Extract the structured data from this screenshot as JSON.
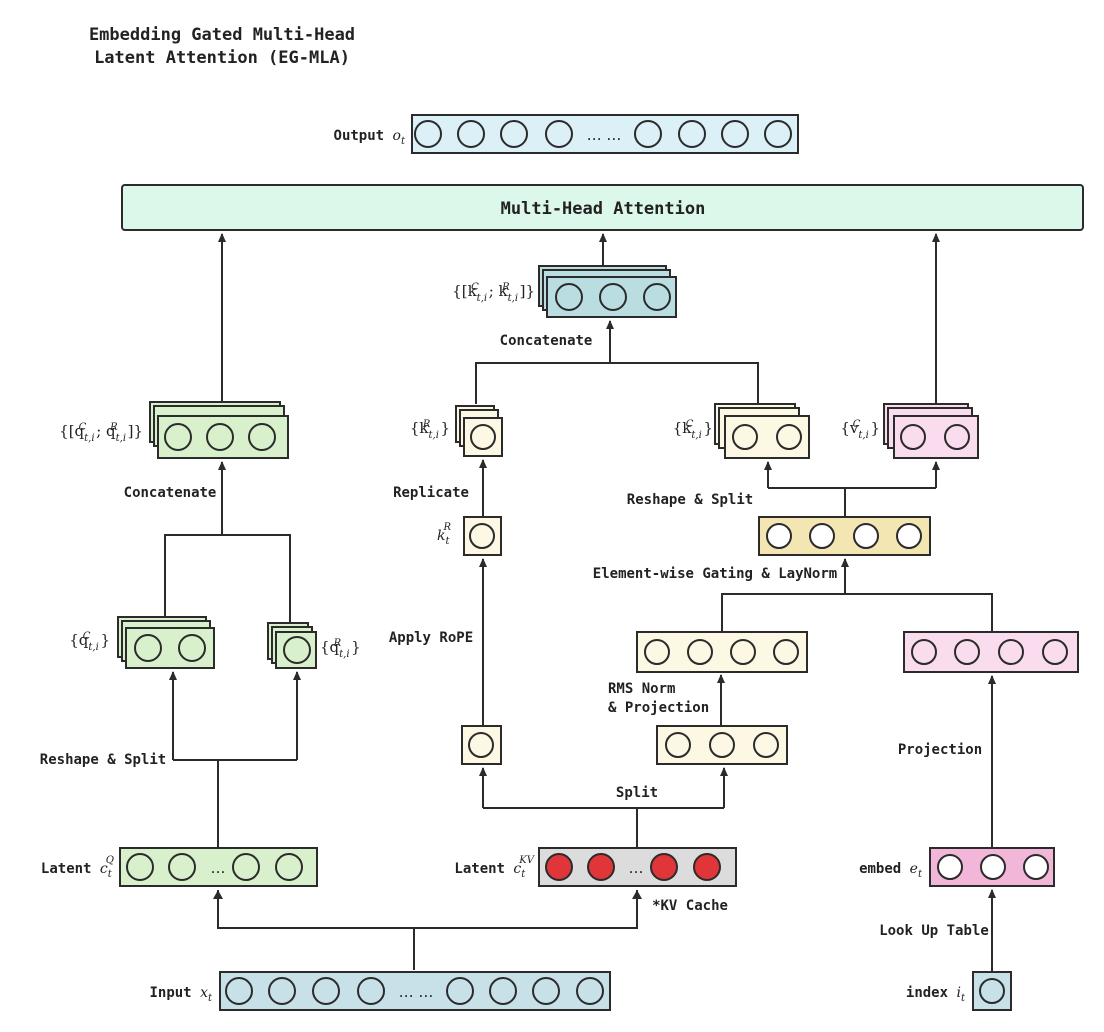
{
  "title": {
    "line1": "Embedding Gated Multi-Head",
    "line2": "Latent Attention (EG-MLA)"
  },
  "blocks": {
    "mha": "Multi-Head Attention",
    "output": "Output",
    "input": "Input",
    "latent_q": "Latent",
    "latent_kv": "Latent",
    "embed": "embed",
    "index": "index"
  },
  "math": {
    "o_t": "o",
    "o_sub": "t",
    "x_t": "x",
    "x_sub": "t",
    "cq": "c",
    "cq_sub": "t",
    "cq_sup": "Q",
    "ckv": "c",
    "ckv_sub": "t",
    "ckv_sup": "KV",
    "e_t": "e",
    "e_sub": "t",
    "i_t": "i",
    "i_sub": "t",
    "kr": "k",
    "kr_sub": "t",
    "kr_sup": "R",
    "q_concat": "{[q",
    "q_concat_sub": "t,i",
    "q_concat_sup": "C",
    "q_concat_mid": "; q",
    "q_concat_sub2": "t,i",
    "q_concat_sup2": "R",
    "q_concat_end": "]}",
    "k_concat": "{[k",
    "k_concat_sub": "t,i",
    "k_concat_sup": "C",
    "k_concat_mid": "; k",
    "k_concat_sub2": "t,i",
    "k_concat_sup2": "R",
    "k_concat_end": "]}",
    "qc": "{q",
    "qc_sub": "t,i",
    "qc_sup": "C",
    "qc_end": "}",
    "qr": "{q",
    "qr_sub": "t,i",
    "qr_sup": "R",
    "qr_end": "}",
    "kri": "{k",
    "kri_sub": "t,i",
    "kri_sup": "R",
    "kri_end": "}",
    "kci": "{k",
    "kci_sub": "t,i",
    "kci_sup": "C",
    "kci_end": "}",
    "vci": "{v",
    "vci_sub": "t,i",
    "vci_sup": "C",
    "vci_end": "}"
  },
  "operations": {
    "concat_q": "Concatenate",
    "concat_k": "Concatenate",
    "reshape_split_q": "Reshape & Split",
    "reshape_split_kv": "Reshape & Split",
    "replicate": "Replicate",
    "apply_rope": "Apply RoPE",
    "split": "Split",
    "rms_norm_1": "RMS Norm",
    "rms_norm_2": "& Projection",
    "gating": "Element-wise Gating & LayNorm",
    "projection": "Projection",
    "lookup": "Look Up Table",
    "kv_cache": "*KV Cache"
  },
  "ellipsis": {
    "double": "… …",
    "single": "…"
  },
  "colors": {
    "output_fill": "#dcf0f7",
    "mha_fill": "#dbf8ea",
    "green": "#d9f0cc",
    "teal": "#b9dde0",
    "cream": "#fdf8e4",
    "gate": "#f3e6b2",
    "pink": "#f9dced",
    "pink_strong": "#f2b6d9",
    "gray": "#dcdcdc",
    "red": "#e0363a",
    "input_fill": "#c8e0e8"
  }
}
